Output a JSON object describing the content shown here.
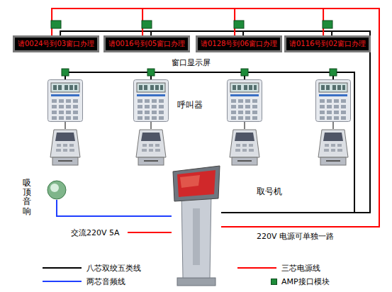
{
  "diagram": {
    "nodes": [
      {
        "text": [
          "请0024号到03窗口办理"
        ]
      },
      {
        "text": [
          "请0016号到05窗口办理"
        ]
      },
      {
        "text": [
          "请0128号到06窗口办理"
        ]
      },
      {
        "text": [
          "请0116号到02窗口办理"
        ]
      },
      {
        "text": [
          "取号机"
        ]
      },
      {
        "text": [
          "吸顶音响"
        ]
      }
    ],
    "edges": [
      {
        "from": 4,
        "to": 0,
        "arrow": "none"
      },
      {
        "from": 4,
        "to": 1,
        "arrow": "none"
      },
      {
        "from": 4,
        "to": 2,
        "arrow": "none"
      },
      {
        "from": 4,
        "to": 3,
        "arrow": "none"
      },
      {
        "from": 4,
        "to": 0,
        "arrow": "none"
      },
      {
        "from": 4,
        "to": 1,
        "arrow": "none"
      },
      {
        "from": 4,
        "to": 2,
        "arrow": "none"
      },
      {
        "from": 4,
        "to": 3,
        "arrow": "none"
      },
      {
        "from": 5,
        "to": 4,
        "arrow": "none"
      }
    ],
    "labels": [
      "窗口显示屏",
      "呼叫器",
      "交流220V 5A",
      "220V 电源可单独一路"
    ],
    "legend": [
      {
        "text": "八芯双绞五类线"
      },
      {
        "text": "三芯电源线"
      },
      {
        "text": "两芯音频线"
      },
      {
        "text": "AMP接口模块",
        "color": "#1e8c3a"
      }
    ]
  }
}
